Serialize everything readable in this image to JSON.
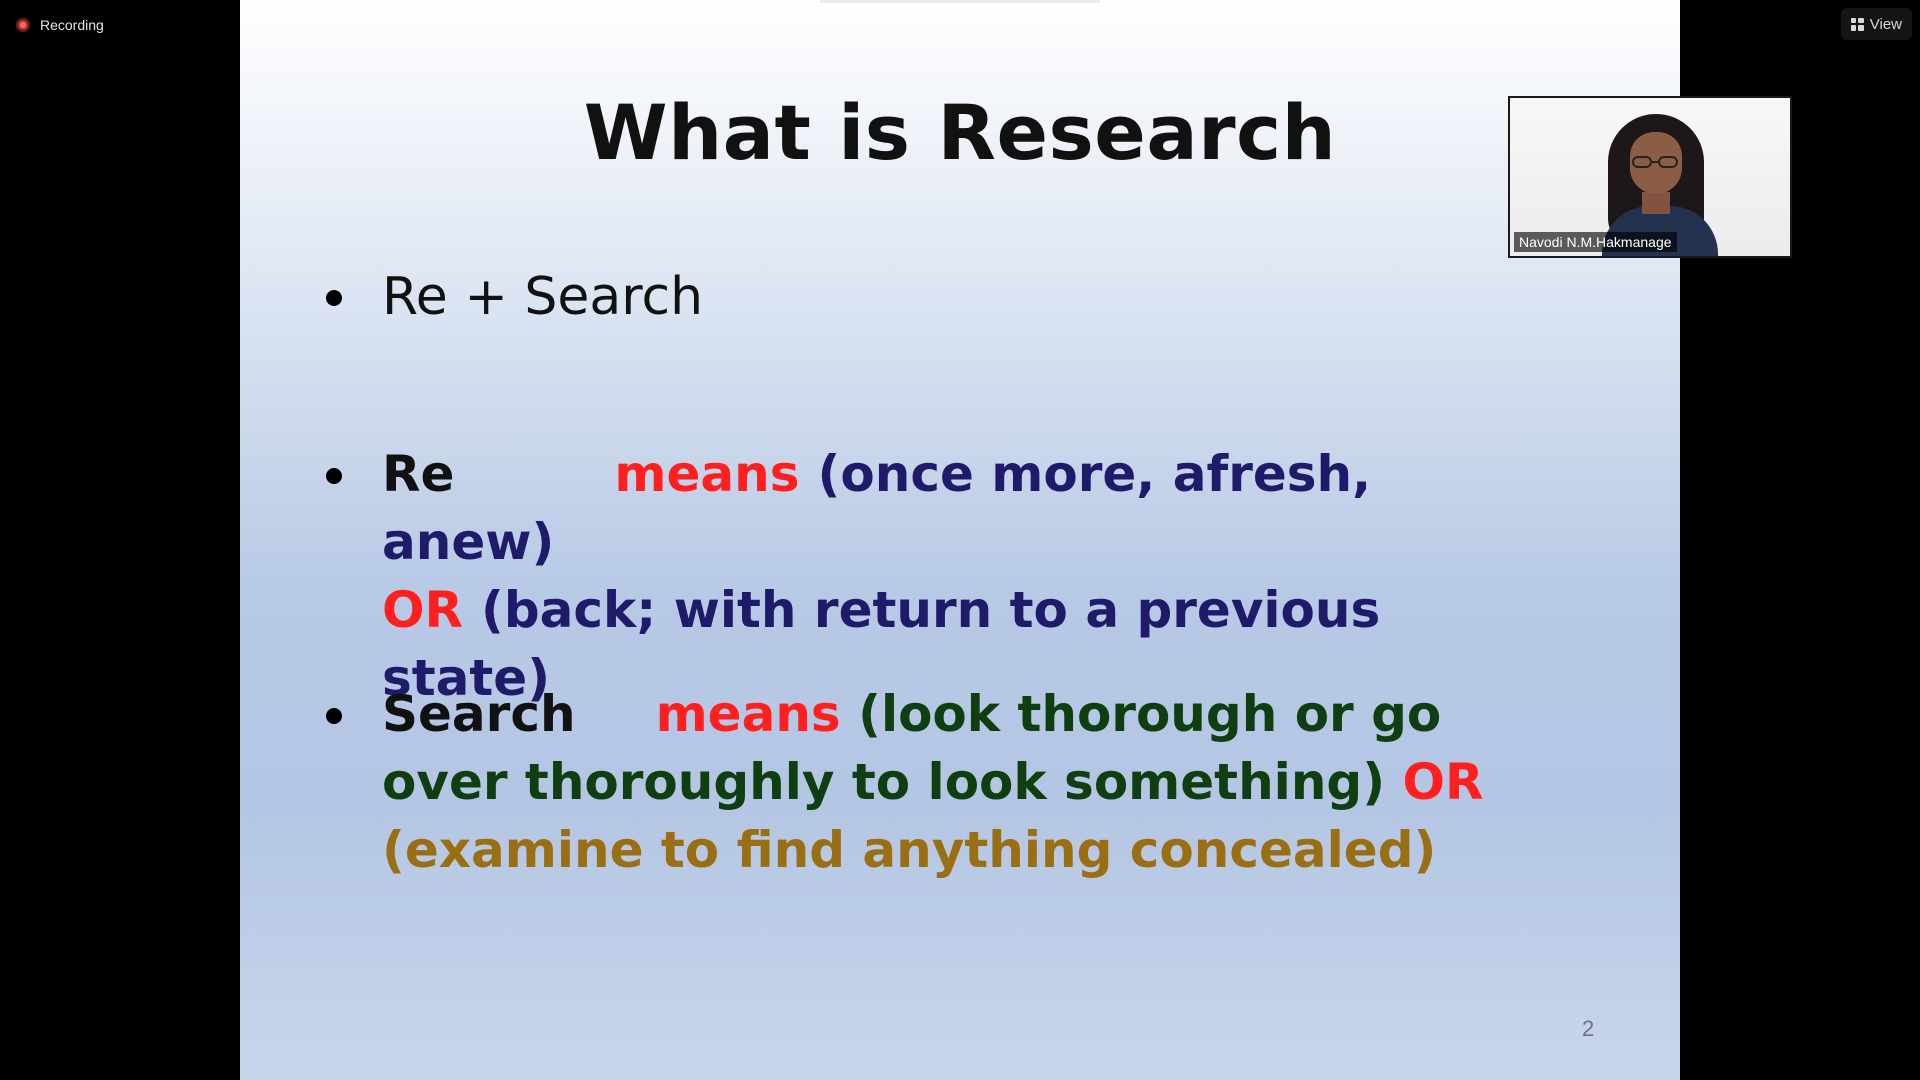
{
  "recording": {
    "label": "Recording"
  },
  "view_button": {
    "label": "View"
  },
  "slide": {
    "title": "What is Research",
    "bullet1": {
      "text": "Re + Search"
    },
    "bullet2": {
      "term": "Re",
      "means": "means",
      "meaning1": "(once more, afresh, anew)",
      "or": "OR",
      "meaning2": "(back; with return to a previous state)"
    },
    "bullet3": {
      "term": "Search",
      "means": "means",
      "meaning1": "(look thorough or go over thoroughly to look something)",
      "or": "OR",
      "meaning2": "(examine to find anything concealed)"
    },
    "page_number": "2"
  },
  "participant": {
    "name": "Navodi N.M.Hakmanage"
  },
  "colors": {
    "emphasis_red": "#ff1f1f",
    "navy": "#1f1a6a",
    "green": "#0f3f10",
    "gold": "#9a6f14",
    "recording_red": "#c9302c"
  },
  "icons": {
    "recording": "recording-icon",
    "view": "grid-view-icon"
  }
}
